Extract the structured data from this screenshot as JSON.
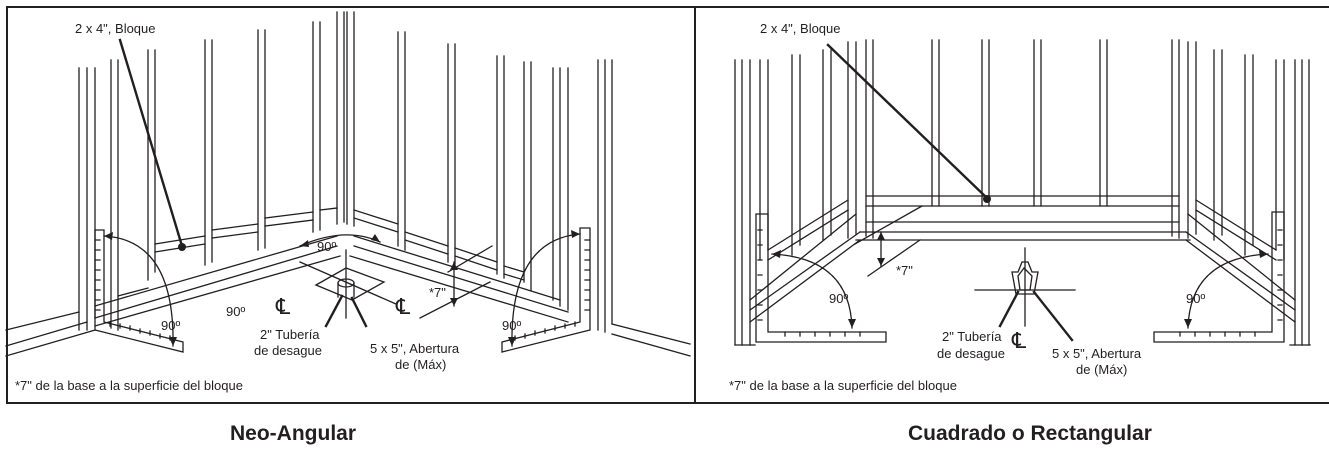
{
  "left_panel": {
    "label_block": "2 x 4\", Bloque",
    "label_angle_back": "90º",
    "label_angle_left": "90º",
    "label_angle_right": "90º",
    "label_angle_drain": "90º",
    "label_seven": "*7\"",
    "centerline_symbol": "℄",
    "label_pipe_line1": "2\" Tubería",
    "label_pipe_line2": "de desague",
    "label_opening_line1": "5 x 5\", Abertura",
    "label_opening_line2": "de (Máx)",
    "footnote": "*7\" de la base a la superficie del bloque",
    "caption": "Neo-Angular"
  },
  "right_panel": {
    "label_block": "2 x 4\", Bloque",
    "label_angle_left": "90º",
    "label_angle_right": "90º",
    "label_seven": "*7\"",
    "centerline_symbol": "℄",
    "label_pipe_line1": "2\" Tubería",
    "label_pipe_line2": "de desague",
    "label_opening_line1": "5 x 5\", Abertura",
    "label_opening_line2": "de (Máx)",
    "footnote": "*7\" de la base a la superficie del bloque",
    "caption": "Cuadrado o Rectangular"
  }
}
